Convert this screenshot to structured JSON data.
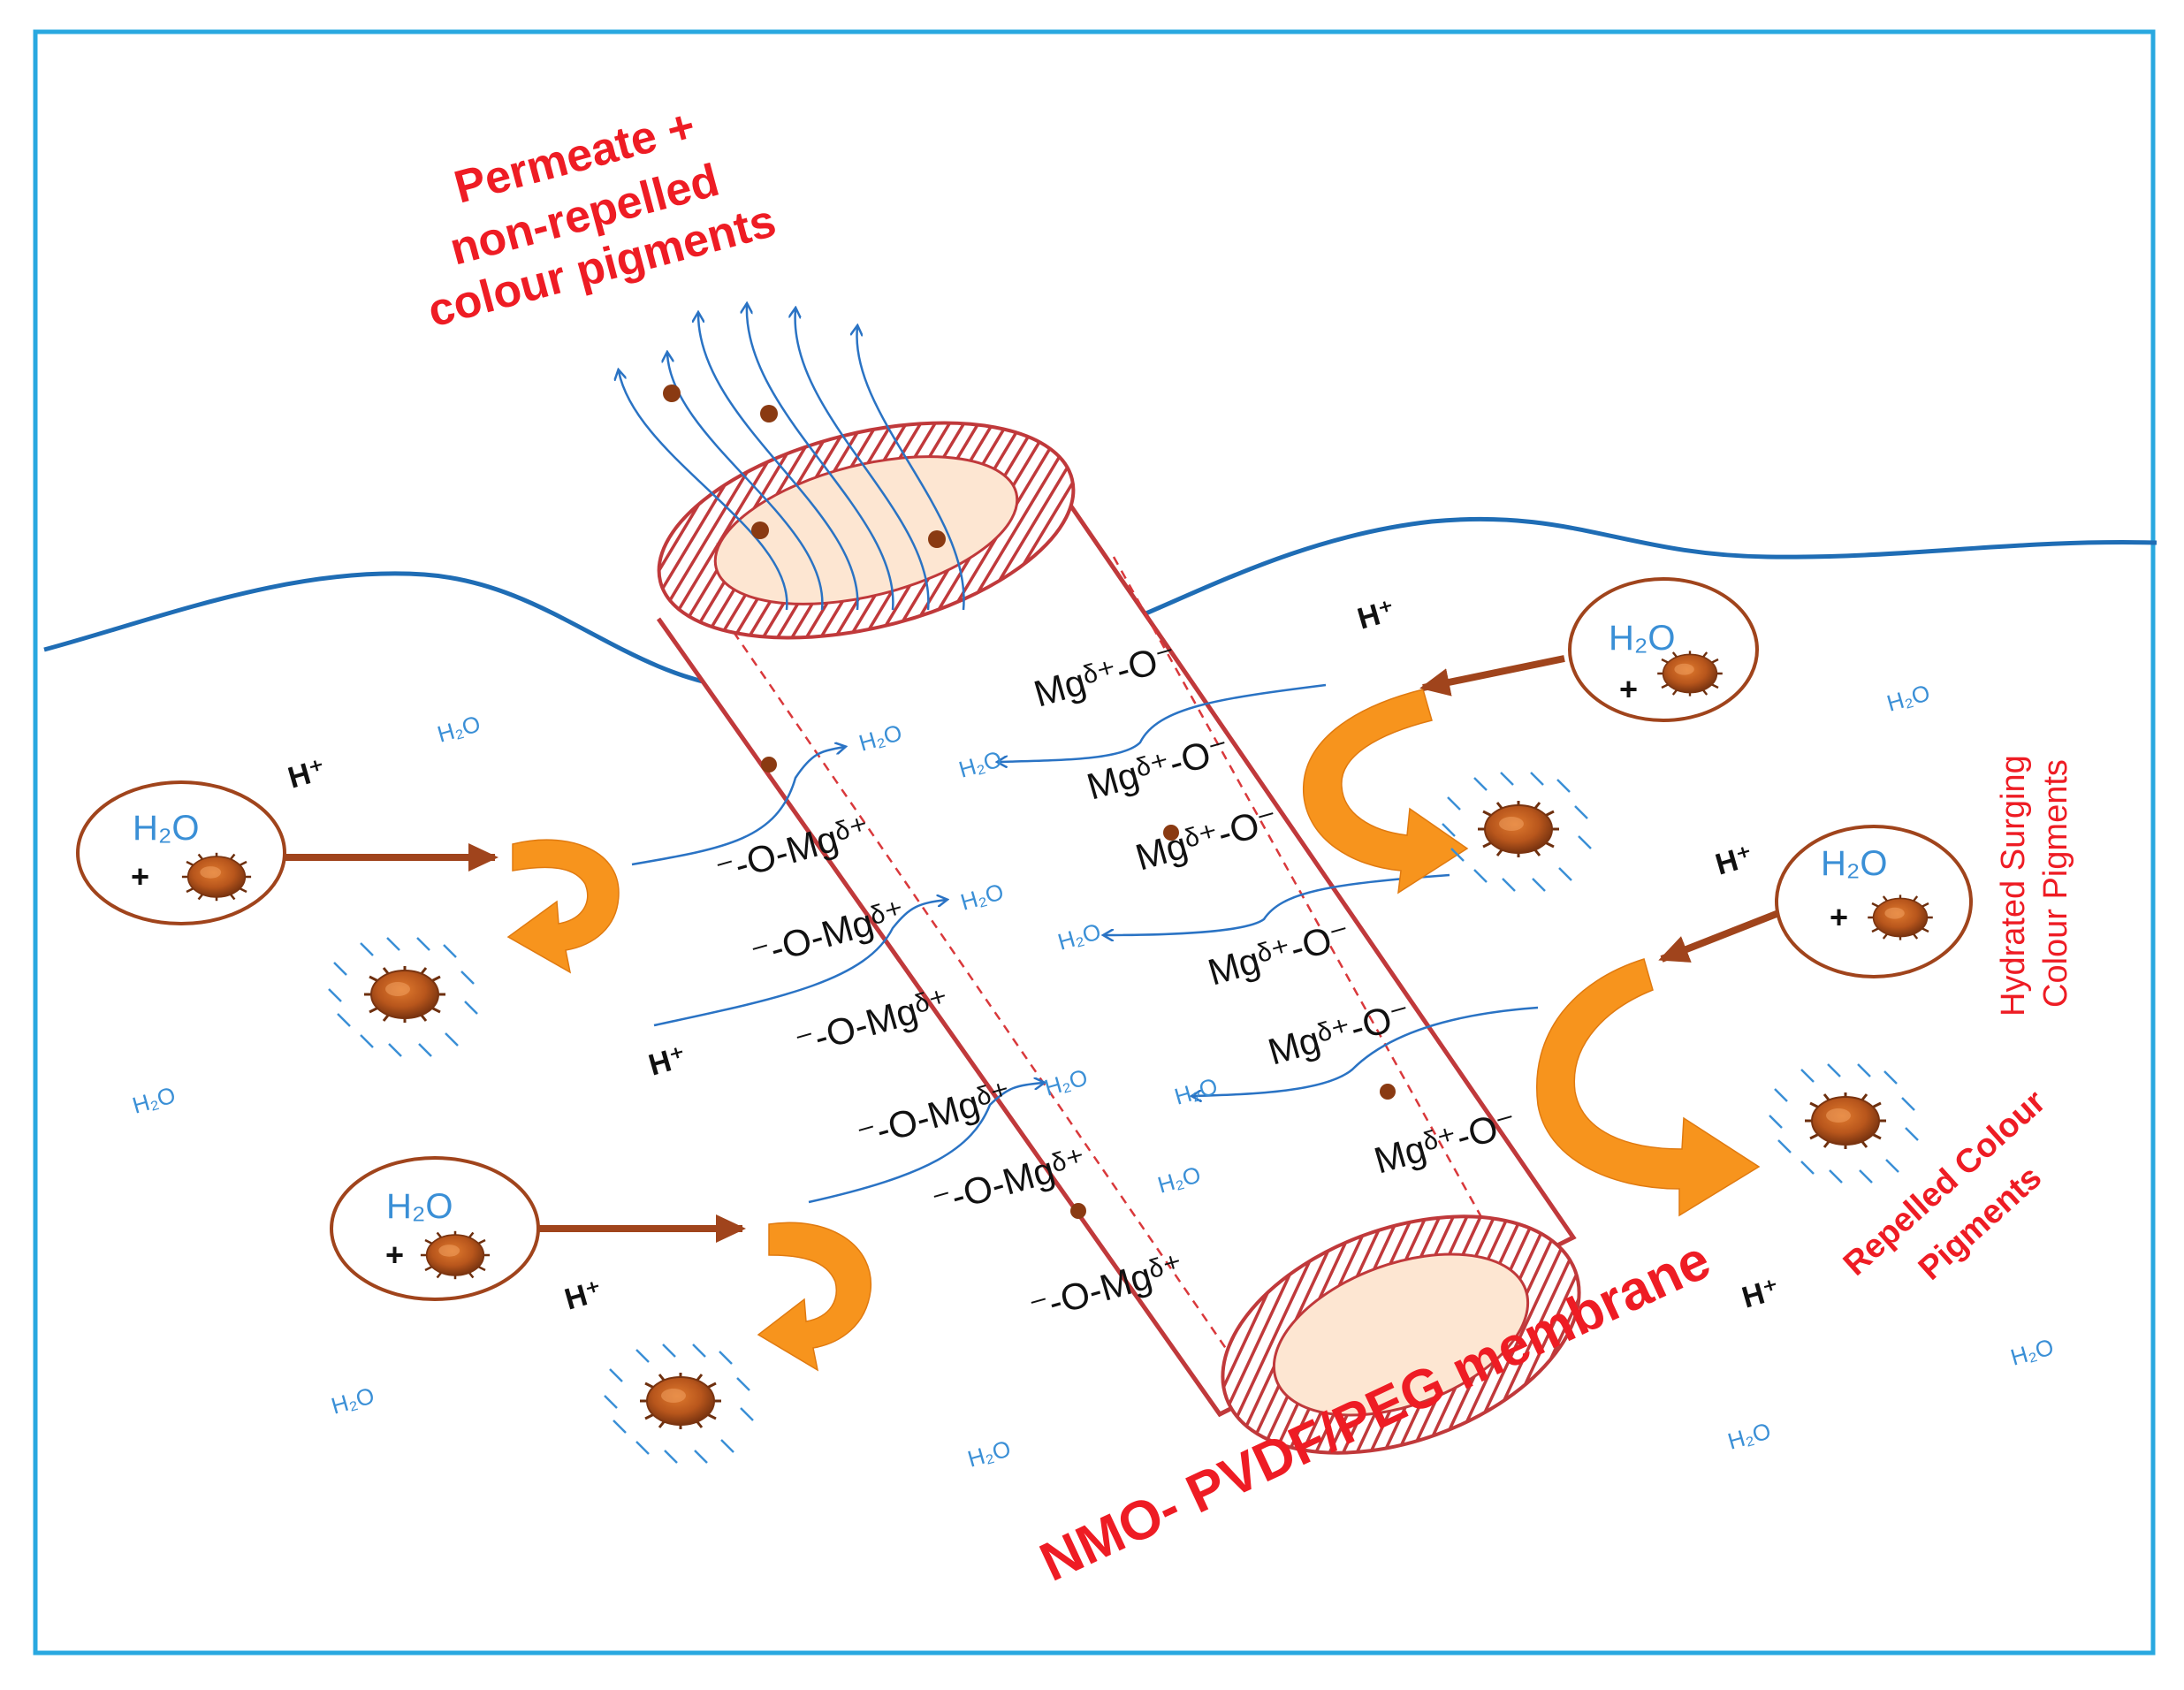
{
  "labels": {
    "permeate_line1": "Permeate +",
    "permeate_line2": "non-repelled",
    "permeate_line3": "colour pigments",
    "membrane_name": "NMO- PVDF/PEG membrane",
    "hydrated_line1": "Hydrated Surging",
    "hydrated_line2": "Colour Pigments",
    "repelled_line1": "Repelled Colour",
    "repelled_line2": "Pigments"
  },
  "species": {
    "water": "H₂O",
    "proton": "H⁺",
    "plus": "+",
    "mg_o": "Mgᵟ⁺-O⁻",
    "o_mg": "⁻-O-Mgᵟ⁺"
  },
  "colors": {
    "border": "#29a8e0",
    "title_red": "#ee1c24",
    "water_blue": "#3a8fd6",
    "membrane_red": "#c0393b",
    "arrow_brown": "#a0441c",
    "curved_arrow_orange": "#f7941d",
    "pigment": "#a8501a"
  },
  "icons": [
    "pigment-particle-icon",
    "curved-repel-arrow-icon",
    "flow-arrow-icon"
  ]
}
